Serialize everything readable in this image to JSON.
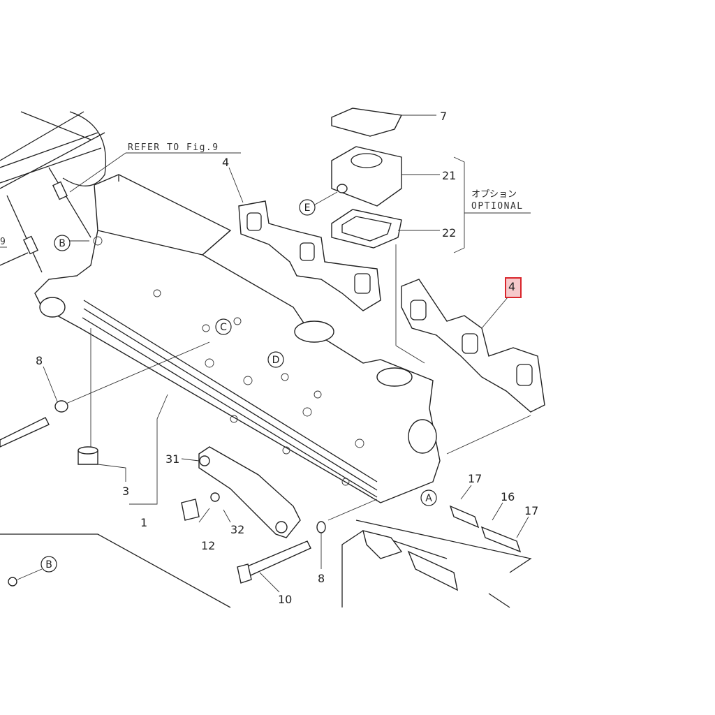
{
  "diagram": {
    "refer_note": "REFER TO Fig.9",
    "refer_partial": "9",
    "optional_jp": "オプション",
    "optional_en": "OPTIONAL",
    "highlight_color": "#d9252b",
    "callouts": [
      {
        "id": "7",
        "label": "7"
      },
      {
        "id": "21",
        "label": "21"
      },
      {
        "id": "22",
        "label": "22"
      },
      {
        "id": "4a",
        "label": "4"
      },
      {
        "id": "4b",
        "label": "4",
        "highlighted": true
      },
      {
        "id": "8a",
        "label": "8"
      },
      {
        "id": "3",
        "label": "3"
      },
      {
        "id": "1",
        "label": "1"
      },
      {
        "id": "31",
        "label": "31"
      },
      {
        "id": "12",
        "label": "12"
      },
      {
        "id": "32",
        "label": "32"
      },
      {
        "id": "10",
        "label": "10"
      },
      {
        "id": "8b",
        "label": "8"
      },
      {
        "id": "17a",
        "label": "17"
      },
      {
        "id": "16",
        "label": "16"
      },
      {
        "id": "17b",
        "label": "17"
      }
    ],
    "refs": [
      "B",
      "C",
      "D",
      "E",
      "A",
      "B"
    ]
  }
}
